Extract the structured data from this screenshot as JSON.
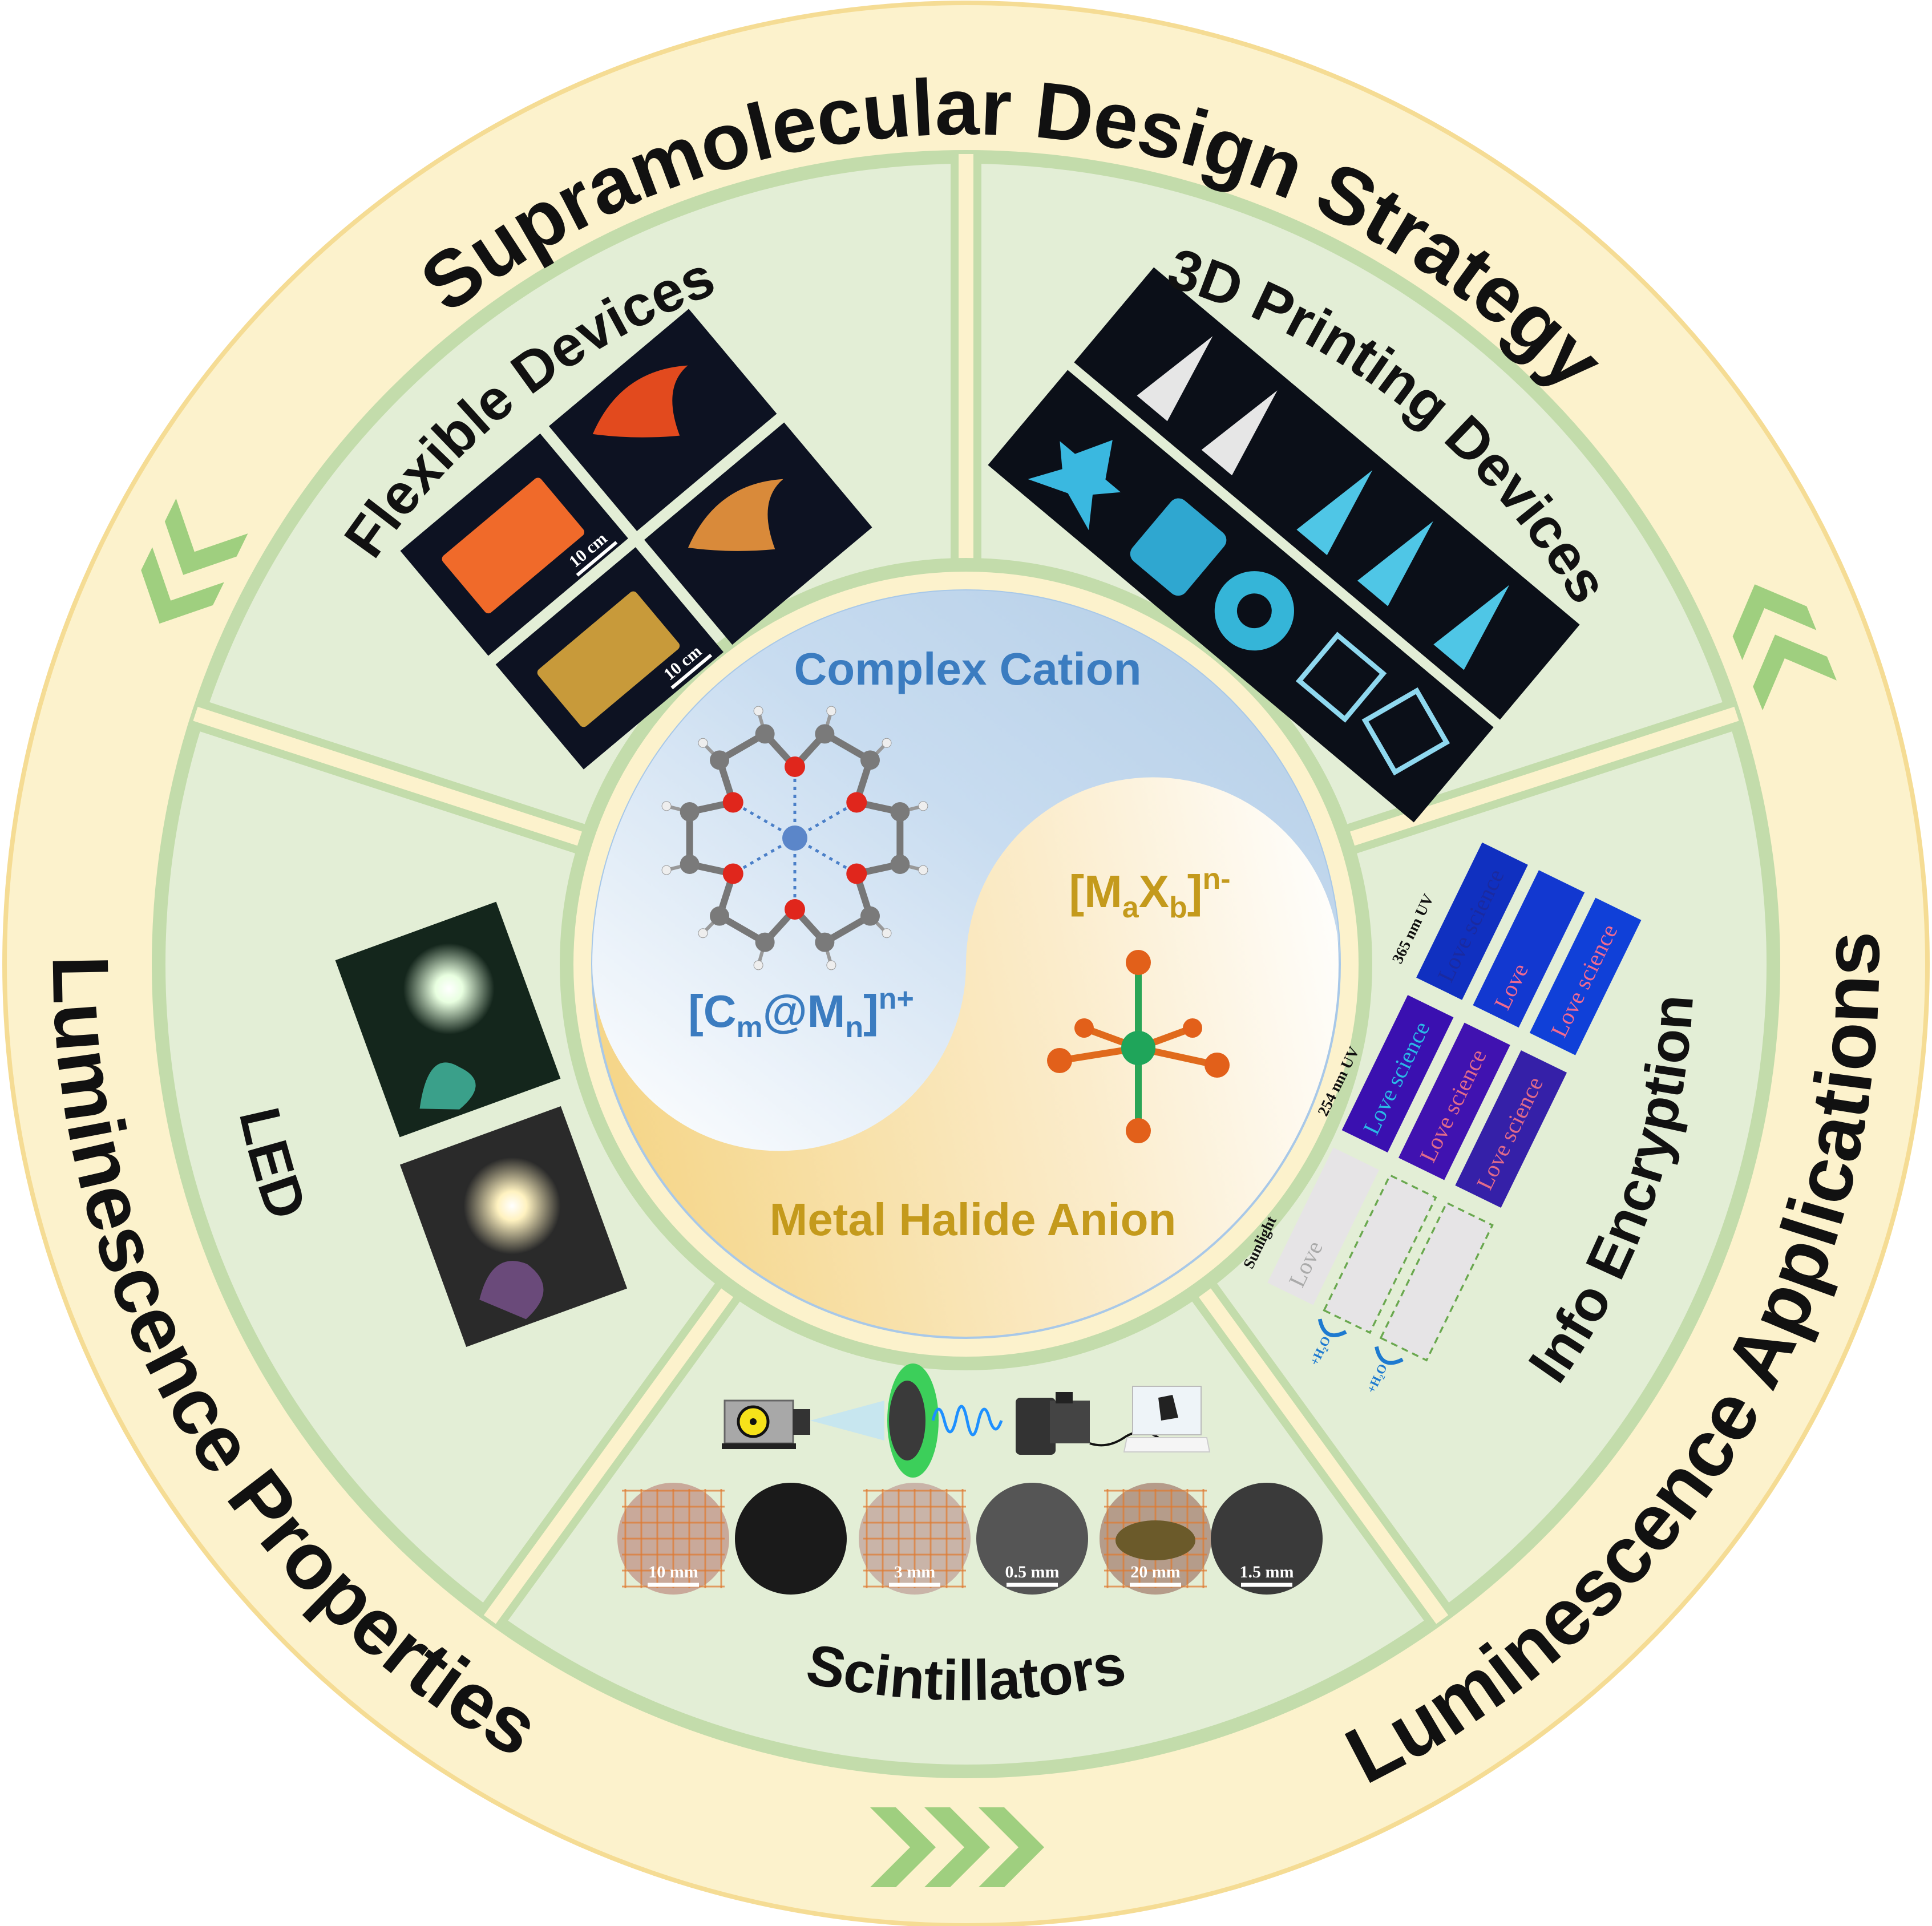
{
  "outer_titles": {
    "top": "Supramolecular Design Strategy",
    "left": "Luminescence Properties",
    "right": "Luminescence Applications"
  },
  "panels": {
    "flexible": "Flexible Devices",
    "printing": "3D Printing Devices",
    "encryption": "Info Encryption",
    "scintillators": "Scintillators",
    "led": "LED"
  },
  "center": {
    "cation_title": "Complex Cation",
    "anion_title": "Metal Halide Anion",
    "cation_formula": [
      "[C",
      "m",
      "@M",
      "n",
      "]",
      "n+"
    ],
    "anion_formula": [
      "[M",
      "a",
      "X",
      "b",
      "]",
      "n-"
    ]
  },
  "flexible_scale": [
    "10 cm",
    "10 cm"
  ],
  "encryption": {
    "conditions": [
      "Sunlight",
      "254 nm UV",
      "365 nm UV"
    ],
    "text_full": "Love science",
    "text_short": "Love",
    "water": [
      "+H₂O",
      "+H₂O"
    ]
  },
  "scint_scales": [
    "10 mm",
    "3 mm",
    "0.5 mm",
    "20 mm",
    "1.5 mm"
  ],
  "colors": {
    "ring_yellow": "#fcf2cc",
    "ring_green": "#c3dcab",
    "panel": "#e3eed6",
    "chevron": "#9fcf7f",
    "cation_blue": "#3b7cc0",
    "anion_gold": "#c49a1c"
  }
}
